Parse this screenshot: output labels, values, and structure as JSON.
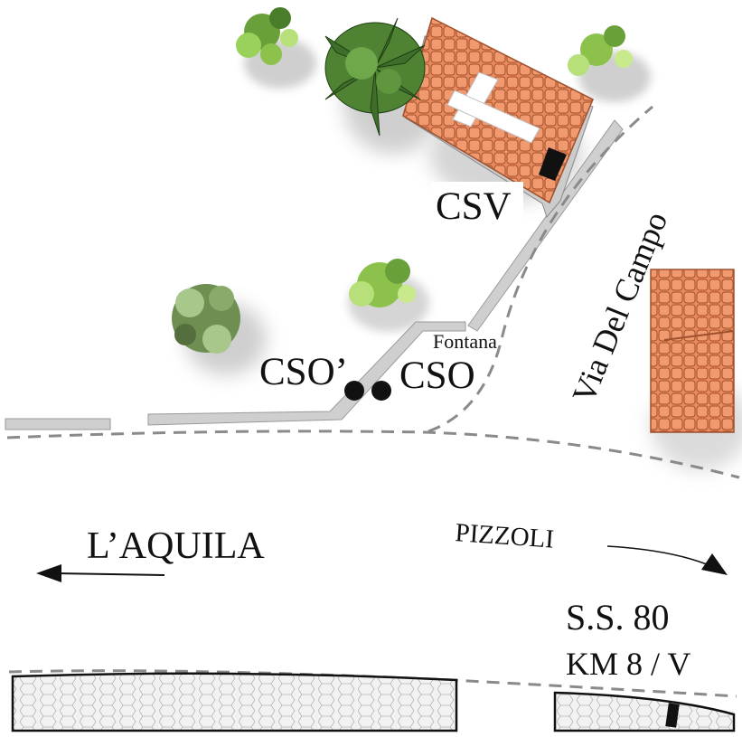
{
  "labels": {
    "csv": "CSV",
    "cso_prime": "CSO’",
    "cso": "CSO",
    "fontana": "Fontana",
    "via_del_campo": "Via Del Campo",
    "laquila": "L’AQUILA",
    "pizzoli": "PIZZOLI",
    "road_number": "S.S. 80",
    "km_marker": "KM 8 / V"
  },
  "icons": {
    "church": "church-roof-with-cross-icon",
    "house": "house-roof-icon",
    "tree": "tree-icon",
    "station": "station-dot-icon",
    "arrow_left": "arrow-left-icon",
    "arrow_right": "arrow-right-icon"
  },
  "colors": {
    "roof": "#e9875d",
    "roof_tile_line": "#a0502c",
    "cross": "#ffffff",
    "wall_gray": "#c8c8c8",
    "dashed_road": "#8a8a8a",
    "foliage_dark": "#3f6e2a",
    "foliage_light": "#9ad15a",
    "station_dot": "#111111",
    "pavement": "#ececec"
  }
}
